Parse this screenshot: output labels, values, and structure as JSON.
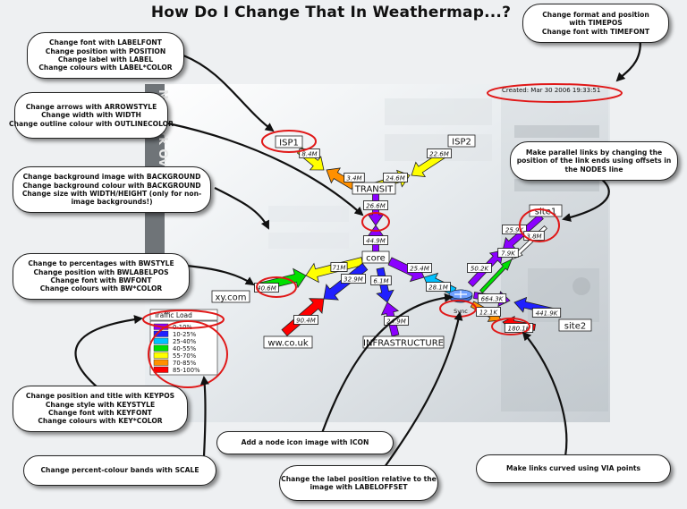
{
  "title": "How Do I Change That In Weathermap...?",
  "timestamp": "Created: Mar 30 2006 19:33:51",
  "side_text": "Network Overview",
  "legend": {
    "title": "Traffic Load",
    "bands": [
      {
        "label": "0-10%",
        "color": "#8b00ff"
      },
      {
        "label": "10-25%",
        "color": "#2020ff"
      },
      {
        "label": "25-40%",
        "color": "#00c0ff"
      },
      {
        "label": "40-55%",
        "color": "#00e000"
      },
      {
        "label": "55-70%",
        "color": "#ffff00"
      },
      {
        "label": "70-85%",
        "color": "#ff9000"
      },
      {
        "label": "85-100%",
        "color": "#ff0000"
      }
    ]
  },
  "nodes": {
    "isp1": "ISP1",
    "isp2": "ISP2",
    "transit": "TRANSIT",
    "core": "core",
    "xy": "xy.com",
    "ww": "ww.co.uk",
    "infra": "INFRASTRUCTURE",
    "site1": "site1",
    "site2": "site2",
    "sync": "Sync"
  },
  "link_labels": {
    "isp1_in": "8.4M",
    "isp1_out": "3.4M",
    "isp2_in": "22.6M",
    "isp2_out": "24.6M",
    "transit_core_a": "26.6M",
    "transit_core_b": "44.9M",
    "xy_a": "40.6M",
    "xy_b": "71M",
    "ww_a": "90.4M",
    "ww_b": "32.9M",
    "infra_a": "6.1M",
    "infra_b": "24.9M",
    "core_site_a": "25.4M",
    "core_site_b": "28.1M",
    "site1_a": "25.9K",
    "site1_b": "3.8M",
    "site1_c": "50.2K",
    "site1_d": "7.9K",
    "site2_a": "664.3K",
    "site2_b": "12.1K",
    "site2_c": "441.9K",
    "site2_d": "180.1K"
  },
  "callouts": [
    {
      "id": "labelfont",
      "lines": [
        "Change font with LABELFONT",
        "Change position with POSITION",
        "Change label with LABEL",
        "Change colours with LABEL*COLOR"
      ]
    },
    {
      "id": "arrowstyle",
      "lines": [
        "Change arrows with ARROWSTYLE",
        "Change width with WIDTH",
        "Change outline colour with OUTLINECOLOR"
      ]
    },
    {
      "id": "background",
      "lines": [
        "Change background image with BACKGROUND",
        "Change background colour with BACKGROUND",
        "Change size with WIDTH/HEIGHT (only for non-",
        "image backgrounds!)"
      ]
    },
    {
      "id": "bwstyle",
      "lines": [
        "Change to percentages with BWSTYLE",
        "Change position with BWLABELPOS",
        "Change font with BWFONT",
        "Change colours with BW*COLOR"
      ]
    },
    {
      "id": "keypos",
      "lines": [
        "Change position and title with KEYPOS",
        "Change style with KEYSTYLE",
        "Change font with KEYFONT",
        "Change colours with KEY*COLOR"
      ]
    },
    {
      "id": "scale",
      "lines": [
        "Change percent-colour bands with SCALE"
      ]
    },
    {
      "id": "icon",
      "lines": [
        "Add a node icon image with ICON"
      ]
    },
    {
      "id": "labeloffset",
      "lines": [
        "Change the label position relative to the",
        "image with LABELOFFSET"
      ]
    },
    {
      "id": "via",
      "lines": [
        "Make links curved using VIA points"
      ]
    },
    {
      "id": "timepos",
      "lines": [
        "Change format and position",
        "with TIMEPOS",
        "Change font with TIMEFONT"
      ]
    },
    {
      "id": "parallel",
      "lines": [
        "Make parallel links by changing the",
        "position of the link ends using offsets in",
        "the NODES line"
      ]
    }
  ]
}
